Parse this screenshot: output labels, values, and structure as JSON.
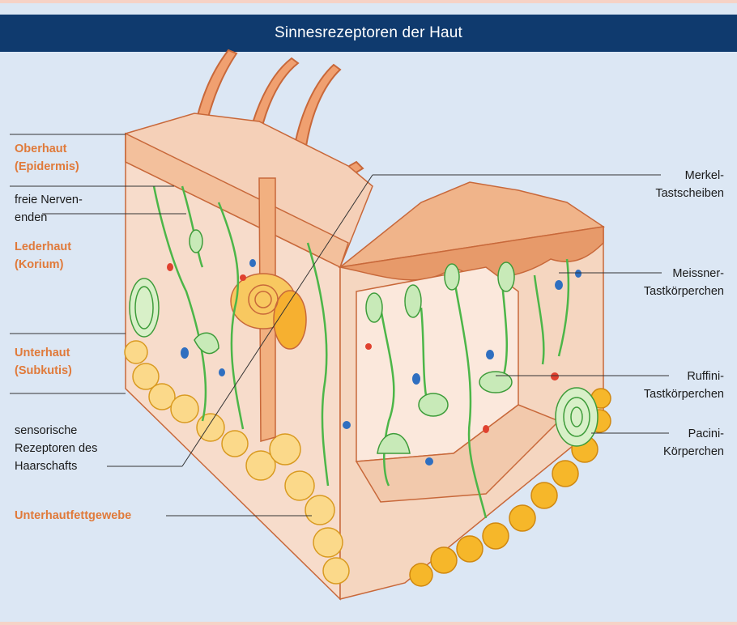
{
  "title": "Sinnesrezeptoren der Haut",
  "colors": {
    "title_bg": "#0f3a6e",
    "background": "#dce7f4",
    "layer_label": "#e07a3a",
    "nerve": "#4cb648",
    "fat": "#f6c24a",
    "skin": "#f3c6a6"
  },
  "left_labels": {
    "epidermis": [
      "Oberhaut",
      "(Epidermis)"
    ],
    "free_nerve_endings": [
      "freie Nerven-",
      "enden"
    ],
    "dermis": [
      "Lederhaut",
      "(Korium)"
    ],
    "subcutis": [
      "Unterhaut",
      "(Subkutis)"
    ],
    "hair_receptors": [
      "sensorische",
      "Rezeptoren des",
      "Haarschafts"
    ],
    "fat_tissue": [
      "Unterhautfettgewebe"
    ]
  },
  "right_labels": {
    "merkel": [
      "Merkel-",
      "Tastscheiben"
    ],
    "meissner": [
      "Meissner-",
      "Tastkörperchen"
    ],
    "ruffini": [
      "Ruffini-",
      "Tastkörperchen"
    ],
    "pacini": [
      "Pacini-",
      "Körperchen"
    ]
  }
}
